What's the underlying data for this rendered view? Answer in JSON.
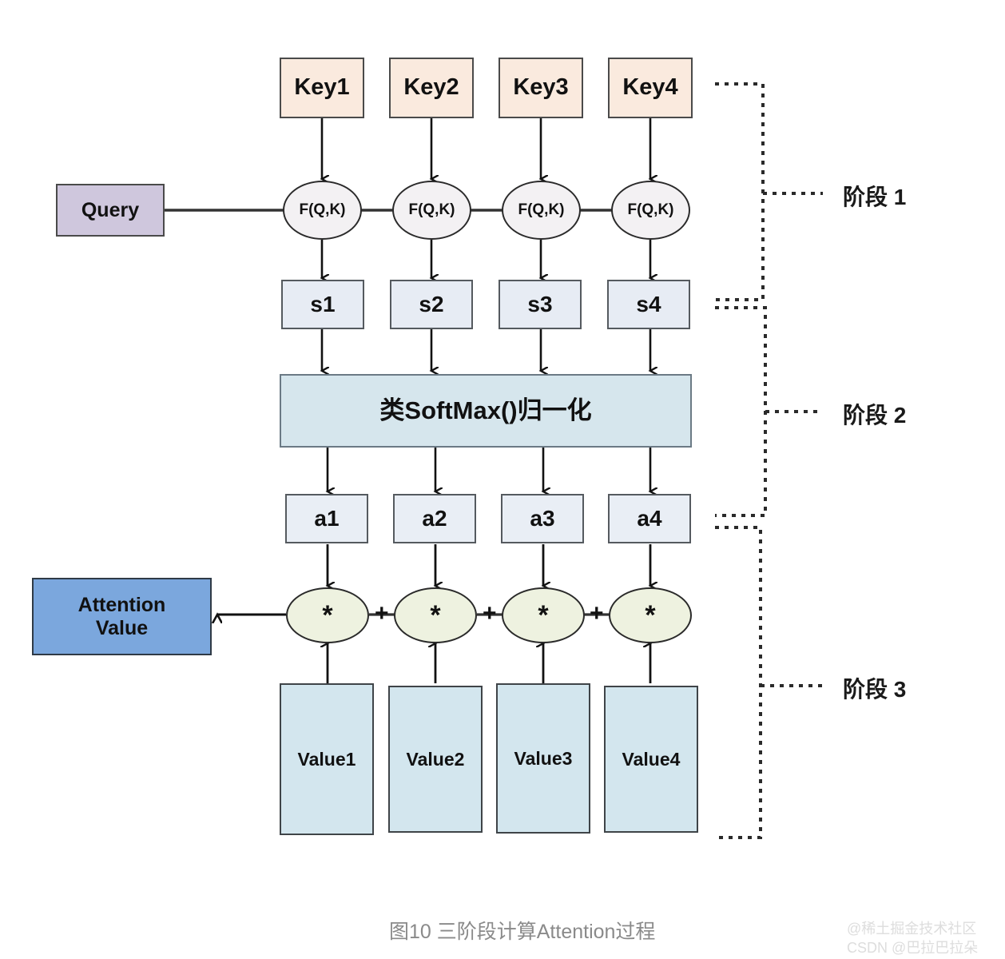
{
  "diagram": {
    "title_caption": "图10 三阶段计算Attention过程",
    "keys": [
      {
        "label": "Key1"
      },
      {
        "label": "Key2"
      },
      {
        "label": "Key3"
      },
      {
        "label": "Key4"
      }
    ],
    "query": {
      "label": "Query"
    },
    "similarity_fns": [
      {
        "label": "F(Q,K)"
      },
      {
        "label": "F(Q,K)"
      },
      {
        "label": "F(Q,K)"
      },
      {
        "label": "F(Q,K)"
      }
    ],
    "scores": [
      {
        "label": "s1"
      },
      {
        "label": "s2"
      },
      {
        "label": "s3"
      },
      {
        "label": "s4"
      }
    ],
    "softmax": {
      "label": "类SoftMax()归一化"
    },
    "weights": [
      {
        "label": "a1"
      },
      {
        "label": "a2"
      },
      {
        "label": "a3"
      },
      {
        "label": "a4"
      }
    ],
    "multipliers": [
      {
        "label": "*"
      },
      {
        "label": "*"
      },
      {
        "label": "*"
      },
      {
        "label": "*"
      }
    ],
    "adders": [
      {
        "label": "+"
      },
      {
        "label": "+"
      },
      {
        "label": "+"
      }
    ],
    "values": [
      {
        "label": "Value1"
      },
      {
        "label": "Value2"
      },
      {
        "label": "Value3"
      },
      {
        "label": "Value4"
      }
    ],
    "attention_output": {
      "line1": "Attention",
      "line2": "Value"
    },
    "stages": [
      {
        "label": "阶段 1"
      },
      {
        "label": "阶段 2"
      },
      {
        "label": "阶段 3"
      }
    ],
    "colors": {
      "key_fill": "#faeade",
      "query_fill": "#cfc7dd",
      "score_fill": "#e7ecf4",
      "softmax_fill": "#d6e6ed",
      "weight_fill": "#e9eef5",
      "multiply_fill": "#eef2e0",
      "value_fill": "#d3e6ee",
      "attention_fill": "#7ba7dd",
      "fqk_fill": "#f3f1f3",
      "stroke": "#2a2a2a",
      "caption_text": "#8a8a8a",
      "watermark_text": "#dddddd"
    }
  },
  "watermark": {
    "line1": "@稀土掘金技术社区",
    "line2": "CSDN @巴拉巴拉朵"
  }
}
